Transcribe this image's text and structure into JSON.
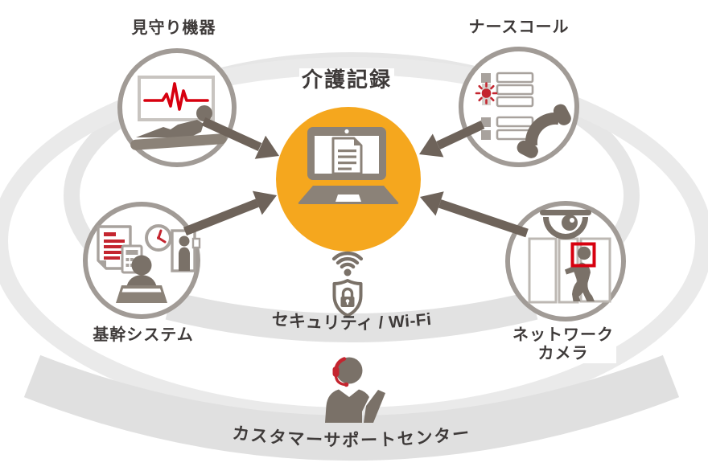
{
  "diagram": {
    "center": {
      "label": "介護記録",
      "icon": "laptop-record-icon"
    },
    "nodes": [
      {
        "id": "monitoring-device",
        "label": "見守り機器",
        "icon": "bed-patient-monitor-icon"
      },
      {
        "id": "nurse-call",
        "label": "ナースコール",
        "icon": "nurse-call-panel-phone-icon"
      },
      {
        "id": "core-system",
        "label": "基幹システム",
        "icon": "staff-desk-tools-icon"
      },
      {
        "id": "network-camera",
        "label_lines": [
          "ネットワーク",
          "カメラ"
        ],
        "icon": "dome-camera-door-icon"
      }
    ],
    "security": {
      "label": "セキュリティ / Wi-Fi",
      "icons": [
        "wifi-icon",
        "shield-lock-icon"
      ]
    },
    "support": {
      "label": "カスタマーサポートセンター",
      "icon": "operator-headset-icon"
    },
    "colors": {
      "accent_orange": "#F5A71E",
      "pictogram_taupe": "#7A7168",
      "laptop_gray": "#8B8278",
      "arrow": "#6E635A",
      "alert_red": "#D7000F",
      "red_detail": "#C4252F",
      "circle_border": "#A19B96",
      "orbit_ring": "#E4E4E4",
      "text": "#3E3A39"
    }
  }
}
